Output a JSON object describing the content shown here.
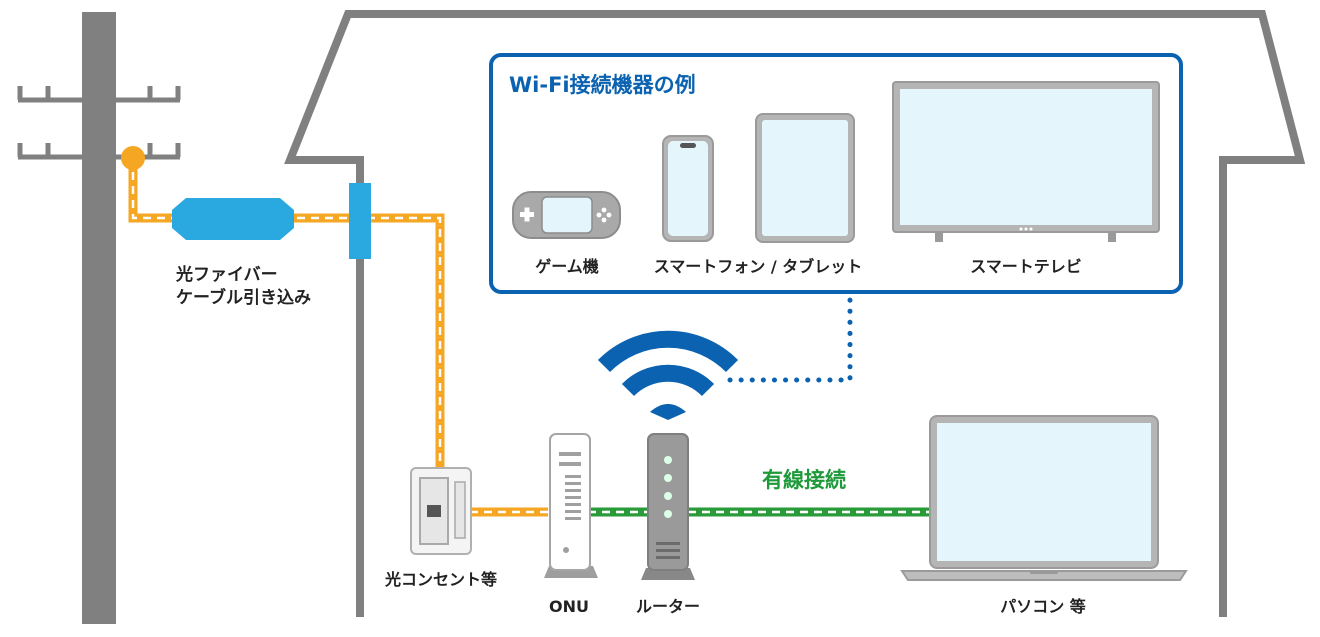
{
  "wifi_box": {
    "title": "Wi-Fi接続機器の例",
    "devices": [
      {
        "label": "ゲーム機"
      },
      {
        "label": "スマートフォン / タブレット"
      },
      {
        "label": "スマートテレビ"
      }
    ]
  },
  "labels": {
    "fiber_line1": "光ファイバー",
    "fiber_line2": "ケーブル引き込み",
    "outlet": "光コンセント等",
    "onu": "ONU",
    "router": "ルーター",
    "wired": "有線接続",
    "pc": "パソコン 等"
  },
  "colors": {
    "house": "#808080",
    "fiber": "#f5a623",
    "wired": "#2a9a3a",
    "wifi": "#0a62b0",
    "screen": "#e4f5fc",
    "device_blue": "#2aa8e0"
  },
  "icons": [
    "utility-pole",
    "fiber-splice-icon",
    "wall-connector-icon",
    "onu-icon",
    "router-icon",
    "wifi-icon",
    "game-console-icon",
    "smartphone-icon",
    "tablet-icon",
    "smart-tv-icon",
    "laptop-icon",
    "optical-outlet-icon"
  ]
}
